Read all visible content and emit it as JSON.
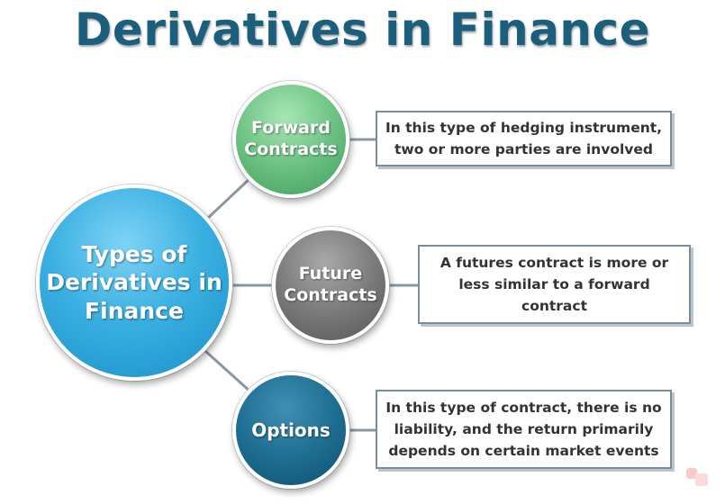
{
  "title": "Derivatives in Finance",
  "center": {
    "label_lines": [
      "Types of",
      "Derivatives in",
      "Finance"
    ]
  },
  "branches": [
    {
      "name": "Forward Contracts",
      "label_lines": [
        "Forward",
        "Contracts"
      ],
      "color": "#6cc283",
      "description_lines": [
        "In this type of hedging instrument,",
        "two or more parties are involved"
      ]
    },
    {
      "name": "Future Contracts",
      "label_lines": [
        "Future",
        "Contracts"
      ],
      "color": "#7b7b7b",
      "description_lines": [
        "A futures contract is more or",
        "less similar to a forward",
        "contract"
      ]
    },
    {
      "name": "Options",
      "label_lines": [
        "Options"
      ],
      "color": "#1f6f93",
      "description_lines": [
        "In this type of contract, there is no",
        "liability, and the return primarily",
        "depends on certain market events"
      ]
    }
  ],
  "colors": {
    "title": "#1c5f7c",
    "center": "#3ab0e2",
    "box_border": "#7d8c99"
  }
}
